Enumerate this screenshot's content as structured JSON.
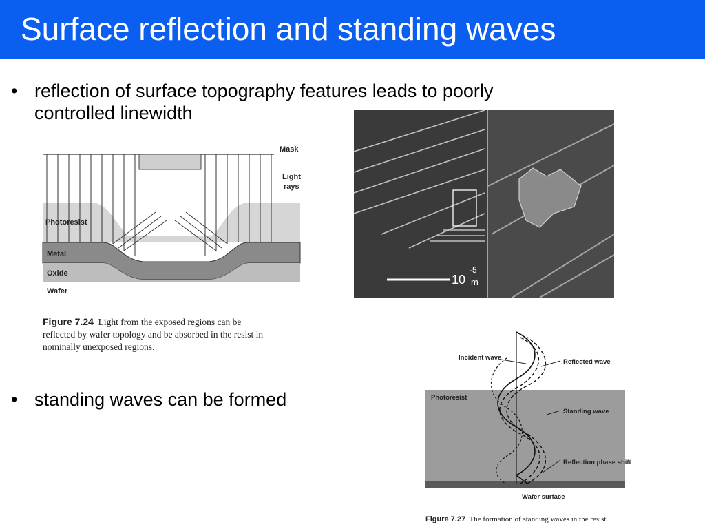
{
  "slide": {
    "title": "Surface reflection and standing waves",
    "bullet_char": "•"
  },
  "bullets": [
    {
      "line1": "reflection of surface topography features leads to poorly",
      "line2": "controlled linewidth"
    },
    {
      "line1": "standing waves can be formed"
    }
  ],
  "figure_724": {
    "labels": {
      "mask": "Mask",
      "light": "Light",
      "rays": "rays",
      "photoresist": "Photoresist",
      "metal": "Metal",
      "oxide": "Oxide",
      "wafer": "Wafer"
    },
    "caption_id": "Figure 7.24",
    "caption_l1": "Light from the exposed regions can be",
    "caption_l2": "reflected by wafer topology and be absorbed in the resist in",
    "caption_l3": "nominally unexposed regions."
  },
  "sem_image": {
    "scale_number": "10",
    "scale_exponent": "-5",
    "scale_unit": "m"
  },
  "figure_727": {
    "labels": {
      "incident": "Incident wave",
      "reflected": "Reflected wave",
      "photoresist": "Photoresist",
      "standing": "Standing wave",
      "phase_shift": "Reflection phase shift",
      "wafer_surface": "Wafer surface"
    },
    "caption_id": "Figure 7.27",
    "caption_text": "The formation of standing waves in the resist."
  },
  "colors": {
    "title_bar": "#0a5ff0",
    "title_text": "#ffffff"
  }
}
